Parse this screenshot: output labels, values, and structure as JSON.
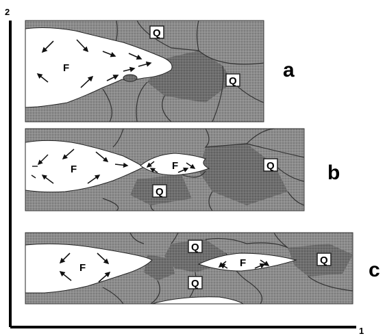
{
  "axes": {
    "vertical_label": "2",
    "horizontal_label": "1"
  },
  "panels": [
    {
      "letter": "a",
      "fluid_labels": [
        "F"
      ],
      "quartz_labels": [
        "Q",
        "Q"
      ]
    },
    {
      "letter": "b",
      "fluid_labels": [
        "F",
        "F"
      ],
      "quartz_labels": [
        "Q",
        "Q"
      ]
    },
    {
      "letter": "c",
      "fluid_labels": [
        "F",
        "F"
      ],
      "quartz_labels": [
        "Q",
        "Q",
        "Q"
      ]
    }
  ],
  "colors": {
    "grain_fill": "#8e8e8e",
    "dark_grain_fill": "#6f6f6f",
    "fluid_fill": "#ffffff",
    "ink": "#111111"
  }
}
